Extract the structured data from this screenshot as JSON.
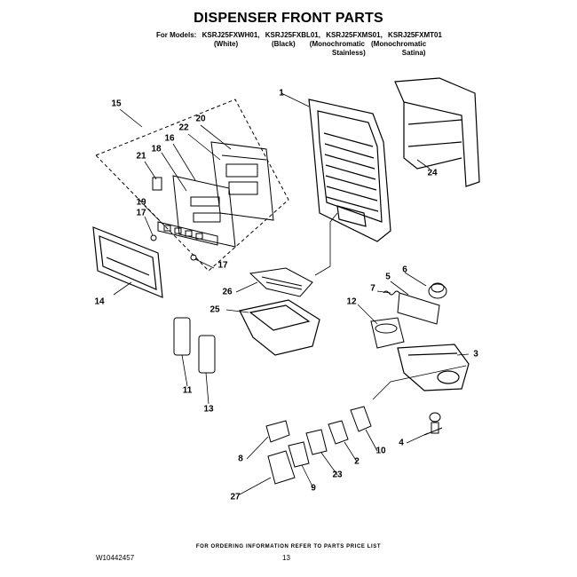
{
  "title": "DISPENSER FRONT PARTS",
  "models": {
    "prefix": "For Models:",
    "list": [
      "KSRJ25FXWH01,",
      "KSRJ25FXBL01,",
      "KSRJ25FXMS01,",
      "KSRJ25FXMT01"
    ]
  },
  "variants": [
    {
      "line1": "(White)",
      "line2": ""
    },
    {
      "line1": "(Black)",
      "line2": ""
    },
    {
      "line1": "(Monochromatic",
      "line2": "Stainless)"
    },
    {
      "line1": "(Monochromatic",
      "line2": "Satina)"
    }
  ],
  "callouts": [
    "1",
    "2",
    "3",
    "4",
    "5",
    "6",
    "7",
    "8",
    "9",
    "10",
    "11",
    "12",
    "13",
    "14",
    "15",
    "16",
    "17",
    "17",
    "18",
    "19",
    "20",
    "21",
    "22",
    "23",
    "24",
    "25",
    "26",
    "27"
  ],
  "footer_note": "FOR ORDERING INFORMATION REFER TO PARTS PRICE LIST",
  "doc_number": "W10442457",
  "page_number": "13"
}
